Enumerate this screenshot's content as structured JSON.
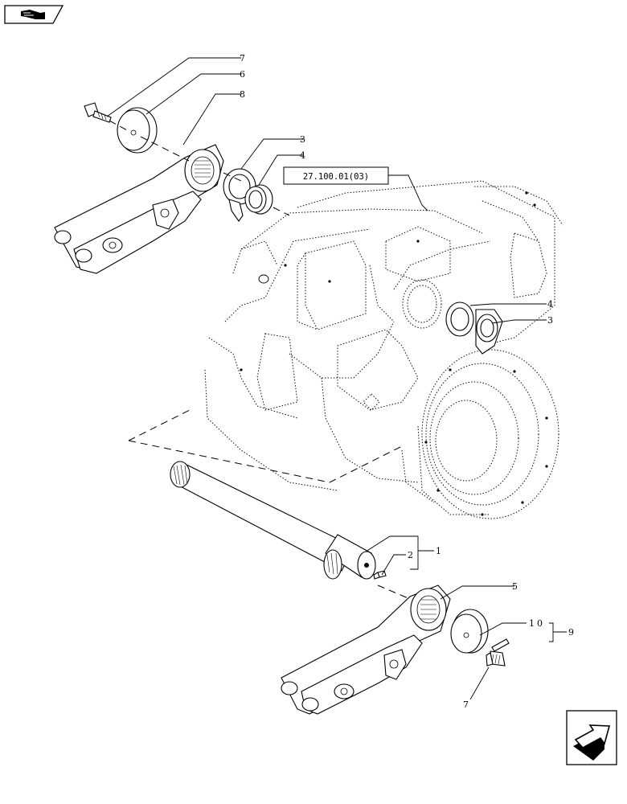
{
  "header": {
    "back_icon": "hand-pointing-back-icon"
  },
  "reference": {
    "label": "27.100.01(03)"
  },
  "callouts": {
    "c7_top": "7",
    "c6": "6",
    "c8": "8",
    "c3_top": "3",
    "c4_top": "4",
    "c4_right": "4",
    "c3_right": "3",
    "c2": "2",
    "c1": "1",
    "c5": "5",
    "c10": "10",
    "c9": "9",
    "c7_bottom": "7"
  },
  "footer": {
    "next_icon": "arrow-next-page-icon"
  }
}
